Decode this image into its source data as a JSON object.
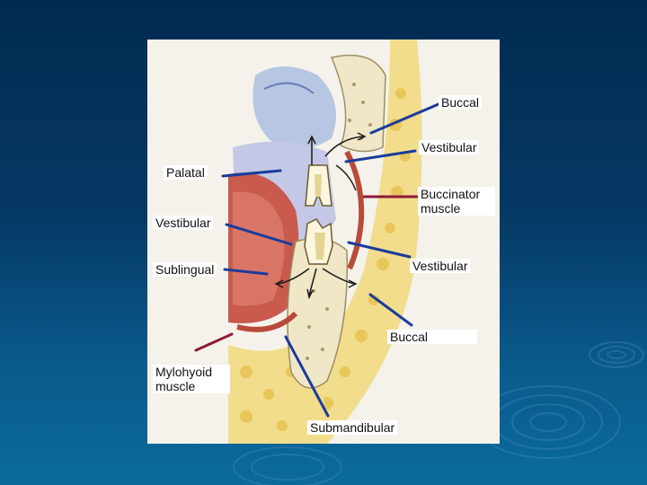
{
  "diagram": {
    "labels": {
      "buccal_upper": "Buccal",
      "vestibular_upper_right": "Vestibular",
      "palatal": "Palatal",
      "buccinator_muscle": "Buccinator muscle",
      "vestibular_left": "Vestibular",
      "vestibular_lower_right": "Vestibular",
      "sublingual": "Sublingual",
      "buccal_lower": "Buccal",
      "mylohyoid_muscle": "Mylohyoid muscle",
      "submandibular": "Submandibular"
    },
    "colors": {
      "background_top": "#022a50",
      "background_bottom": "#0b6a9c",
      "space_pointer": "#1a3c9c",
      "muscle_pointer": "#8e1a3a"
    }
  }
}
